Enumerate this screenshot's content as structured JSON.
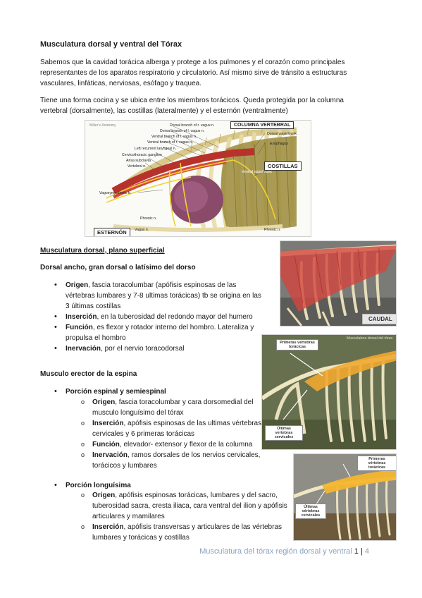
{
  "title": "Musculatura dorsal y ventral del Tórax",
  "intro": [
    "Sabemos que la cavidad torácica alberga y protege a los pulmones y el corazón como principales representantes de los aparatos respiratorio y circulatorio. Así mismo sirve de tránsito a estructuras vasculares, linfáticas, nerviosas, esófago y traquea.",
    "Tiene una forma cocina y se ubica entre los miembros torácicos. Queda protegida por la columna vertebral (dorsalmente), las costillas (lateralmente) y el esternón (ventralmente)"
  ],
  "figure1": {
    "tag": "Miller's Anatomy",
    "box_columna": "COLUMNA VERTEBRAL",
    "box_costillas": "COSTILLAS",
    "box_esternon": "ESTERNÓN",
    "labels": {
      "l1": "Dorsal branch of r. vagus n.",
      "l2": "Dorsal branch of l. vagus n.",
      "l3": "Ventral branch of l. vagus n.",
      "l4": "Ventral branch of r. vagus n.",
      "l5": "Left recurrent laryngeal n.",
      "l6": "Cervicothoracic ganglion",
      "l7": "Ansa subclavia",
      "l8": "Vertebral n.",
      "l9": "Vagosympathetic tr.",
      "l10": "Phrenic n.",
      "l11": "Vagus n.",
      "l12": "Dorsal vagal trunk",
      "l13": "Esophagus",
      "l14": "Ventral vagal trunk",
      "l15": "Phrenic n."
    }
  },
  "section1": {
    "heading": "Musculatura dorsal, plano superficial",
    "subheading": "Dorsal ancho, gran dorsal o latísimo del dorso",
    "items": [
      {
        "term": "Origen",
        "text": ", fascia toracolumbar (apófisis espinosas de las vértebras lumbares y 7-8 ultimas torácicas) tb se origina en las 3 últimas costillas"
      },
      {
        "term": "Inserción",
        "text": ", en la tuberosidad del redondo mayor del humero"
      },
      {
        "term": "Función",
        "text": ", es flexor y rotador interno del hombro. Lateraliza y propulsa el hombro"
      },
      {
        "term": "Inervación",
        "text": ", por el nervio toracodorsal"
      }
    ]
  },
  "figure2": {
    "label": "CAUDAL"
  },
  "figure3": {
    "top_label": "Primeras vértebras torácicas",
    "bottom_label": "Últimas vertebras cervicales",
    "tag": "Musculatura dorsal del tórax"
  },
  "section2": {
    "heading": "Musculo erector de la espina",
    "part1": {
      "label": "Porción espinal y semiespinal",
      "items": [
        {
          "term": "Origen",
          "text": ", fascia toracolumbar y cara dorsomedial del musculo longuísimo del tórax"
        },
        {
          "term": "Inserción",
          "text": ", apófisis espinosas de las ultimas vértebras cervicales y 6 primeras torácicas"
        },
        {
          "term": "Función",
          "text": ", elevador- extensor y flexor de la columna"
        },
        {
          "term": "Inervación",
          "text": ", ramos dorsales de los nervios cervicales, torácicos y lumbares"
        }
      ]
    },
    "part2": {
      "label": "Porción longuísima",
      "items": [
        {
          "term": "Origen",
          "text": ", apófisis espinosas torácicas, lumbares y del sacro, tuberosidad sacra, cresta iliaca, cara ventral del ilion y apófisis articulares y mamilares"
        },
        {
          "term": "Inserción",
          "text": ", apófisis transversas y articulares de las vértebras lumbares y torácicas y costillas"
        }
      ]
    }
  },
  "figure4": {
    "top_label": "Primeras vértebras torácicas",
    "bottom_label": "Últimas vértebras cervicales"
  },
  "footer": {
    "text": "Musculatura del tórax región dorsal y ventral",
    "page": "1",
    "sep": "|",
    "total": "4"
  },
  "colors": {
    "footer": "#8aa3bf",
    "muscle_red": "#c8463c",
    "muscle_orange": "#f0a830",
    "bone": "#efe3b8"
  }
}
